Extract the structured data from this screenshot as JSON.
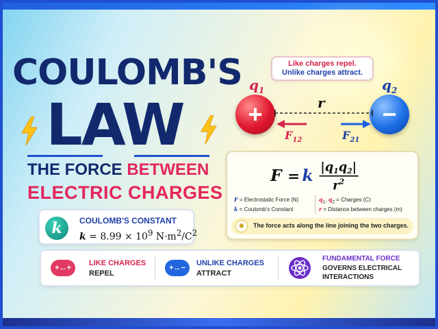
{
  "title": {
    "line1": "COULOMB'S",
    "line2": "LAW"
  },
  "subtitle": {
    "part1": "THE FORCE ",
    "part2": "BETWEEN",
    "line2": "ELECTRIC CHARGES"
  },
  "constant": {
    "symbol": "k",
    "label": "COULOMB'S CONSTANT",
    "value_prefix": " = 8.99 × 10",
    "value_exp": "9",
    "value_suffix": " N·m",
    "value_exp2": "2",
    "value_tail": "/C",
    "value_exp3": "2"
  },
  "tip": {
    "line1": "Like charges repel.",
    "line2": "Unlike charges attract."
  },
  "diagram": {
    "q1": "q",
    "q1_sub": "1",
    "q2": "q",
    "q2_sub": "2",
    "q1_sign": "+",
    "q2_sign": "−",
    "r": "r",
    "f12": "F",
    "f12_sub": "12",
    "f21": "F",
    "f21_sub": "21"
  },
  "formula": {
    "lhs": "F",
    "eq": "=",
    "k": "k",
    "num": "|q",
    "num_s1": "1",
    "num_q2": "q",
    "num_s2": "2",
    "num_end": "|",
    "den": "r",
    "den_exp": "2"
  },
  "legend": {
    "f_sym": "F",
    "f_text": " = Electrostatic Force (N)",
    "k_sym": "k",
    "k_text": " = Coulomb's Constant",
    "q_sym": "q",
    "q_sub1": "1",
    "q_sep": ", ",
    "q_sym2": "q",
    "q_sub2": "2",
    "q_text": " = Charges (C)",
    "r_sym": "r",
    "r_text": " = Distance between charges (m)"
  },
  "note": "The force acts along the line joining the two charges.",
  "info": [
    {
      "icon": "+↔+",
      "title": "LIKE CHARGES",
      "text": "REPEL"
    },
    {
      "icon": "+↔−",
      "title": "UNLIKE CHARGES",
      "text": "ATTRACT"
    },
    {
      "icon": "atom-icon",
      "title": "FUNDAMENTAL FORCE",
      "text": "GOVERNS ELECTRICAL",
      "text2": "INTERACTIONS"
    }
  ],
  "colors": {
    "navy": "#13296e",
    "accent_red": "#e3265c",
    "blue": "#1f4fd1",
    "teal": "#0f8a7a"
  }
}
